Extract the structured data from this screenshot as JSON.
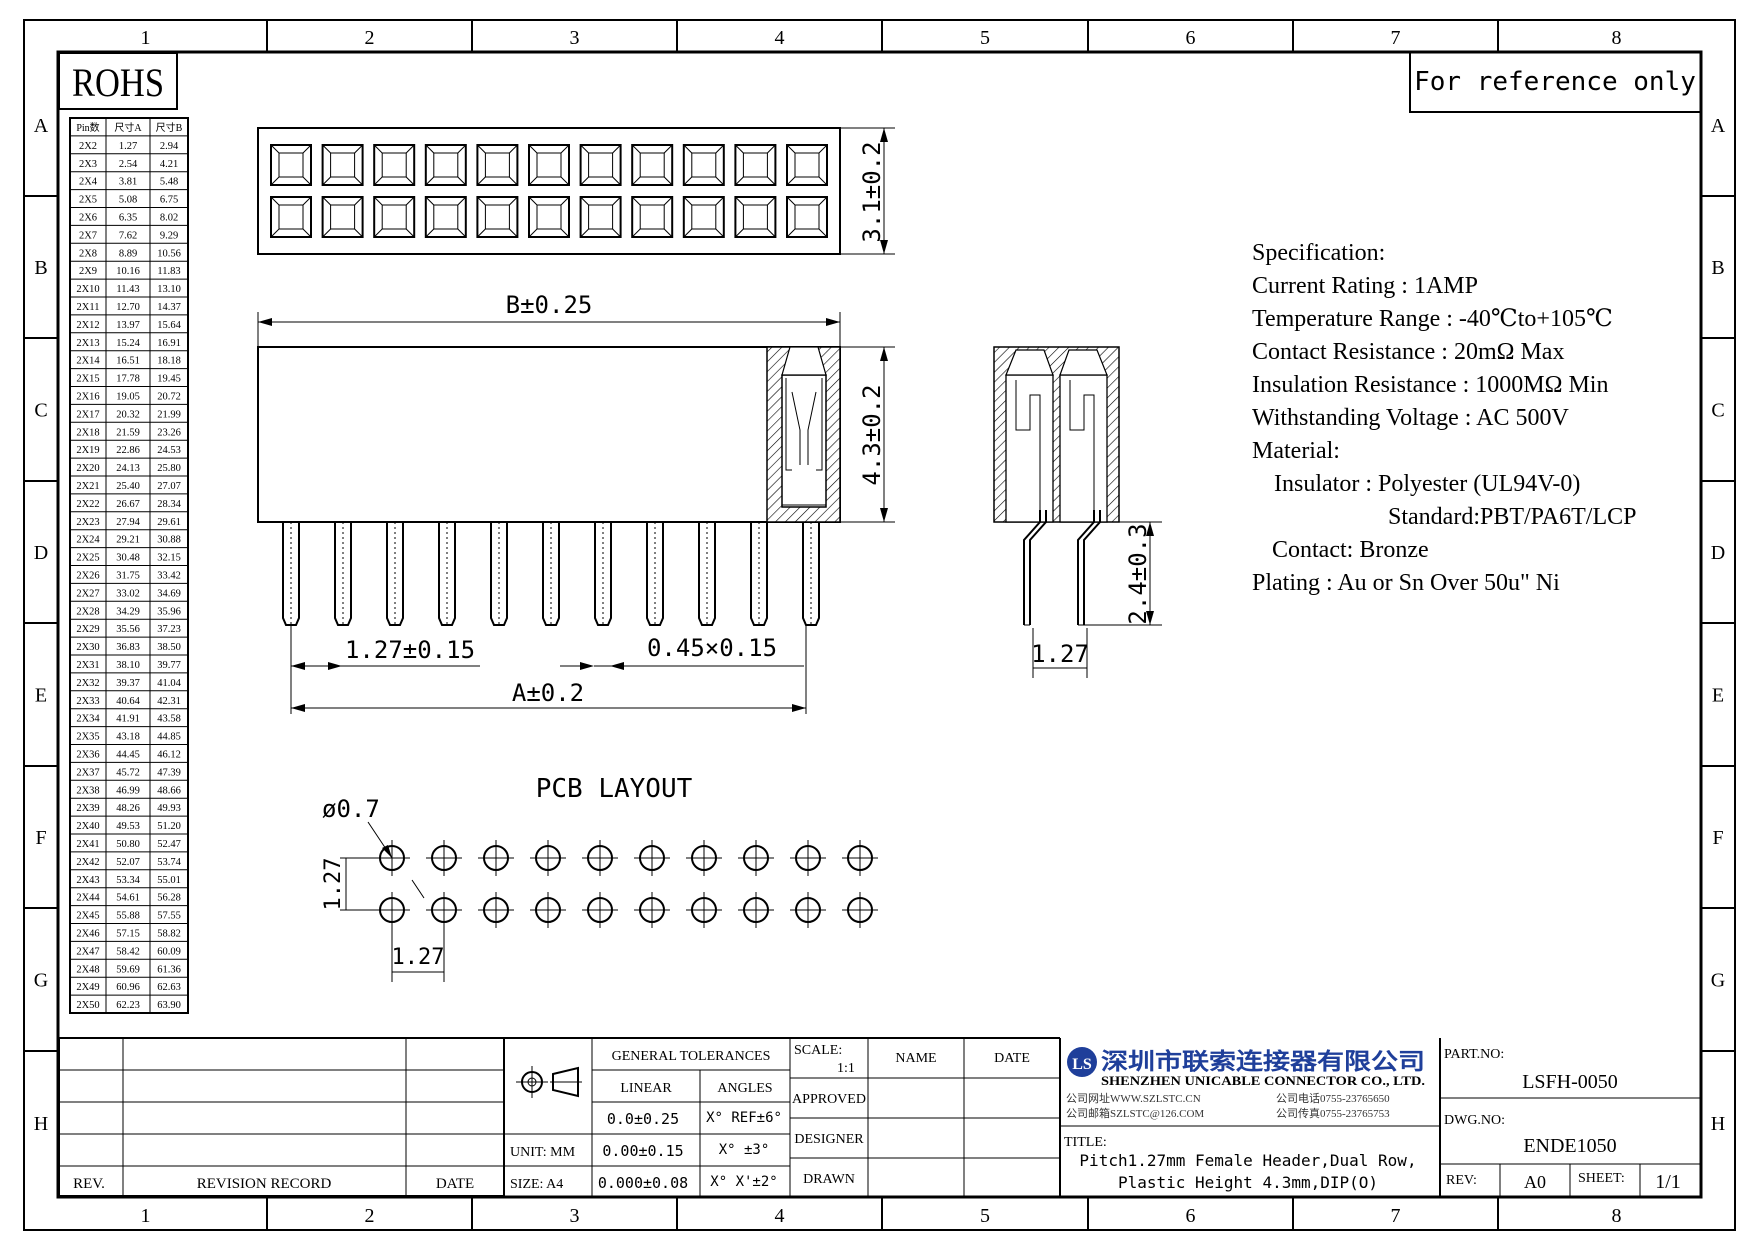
{
  "border": {
    "cols": [
      "1",
      "2",
      "3",
      "4",
      "5",
      "6",
      "7",
      "8"
    ],
    "rows": [
      "A",
      "B",
      "C",
      "D",
      "E",
      "F",
      "G",
      "H"
    ]
  },
  "rohs": "ROHS",
  "reference_note": "For reference only",
  "size_table": {
    "headers": [
      "Pin数",
      "尺寸A",
      "尺寸B"
    ],
    "rows": [
      [
        "2X2",
        "1.27",
        "2.94"
      ],
      [
        "2X3",
        "2.54",
        "4.21"
      ],
      [
        "2X4",
        "3.81",
        "5.48"
      ],
      [
        "2X5",
        "5.08",
        "6.75"
      ],
      [
        "2X6",
        "6.35",
        "8.02"
      ],
      [
        "2X7",
        "7.62",
        "9.29"
      ],
      [
        "2X8",
        "8.89",
        "10.56"
      ],
      [
        "2X9",
        "10.16",
        "11.83"
      ],
      [
        "2X10",
        "11.43",
        "13.10"
      ],
      [
        "2X11",
        "12.70",
        "14.37"
      ],
      [
        "2X12",
        "13.97",
        "15.64"
      ],
      [
        "2X13",
        "15.24",
        "16.91"
      ],
      [
        "2X14",
        "16.51",
        "18.18"
      ],
      [
        "2X15",
        "17.78",
        "19.45"
      ],
      [
        "2X16",
        "19.05",
        "20.72"
      ],
      [
        "2X17",
        "20.32",
        "21.99"
      ],
      [
        "2X18",
        "21.59",
        "23.26"
      ],
      [
        "2X19",
        "22.86",
        "24.53"
      ],
      [
        "2X20",
        "24.13",
        "25.80"
      ],
      [
        "2X21",
        "25.40",
        "27.07"
      ],
      [
        "2X22",
        "26.67",
        "28.34"
      ],
      [
        "2X23",
        "27.94",
        "29.61"
      ],
      [
        "2X24",
        "29.21",
        "30.88"
      ],
      [
        "2X25",
        "30.48",
        "32.15"
      ],
      [
        "2X26",
        "31.75",
        "33.42"
      ],
      [
        "2X27",
        "33.02",
        "34.69"
      ],
      [
        "2X28",
        "34.29",
        "35.96"
      ],
      [
        "2X29",
        "35.56",
        "37.23"
      ],
      [
        "2X30",
        "36.83",
        "38.50"
      ],
      [
        "2X31",
        "38.10",
        "39.77"
      ],
      [
        "2X32",
        "39.37",
        "41.04"
      ],
      [
        "2X33",
        "40.64",
        "42.31"
      ],
      [
        "2X34",
        "41.91",
        "43.58"
      ],
      [
        "2X35",
        "43.18",
        "44.85"
      ],
      [
        "2X36",
        "44.45",
        "46.12"
      ],
      [
        "2X37",
        "45.72",
        "47.39"
      ],
      [
        "2X38",
        "46.99",
        "48.66"
      ],
      [
        "2X39",
        "48.26",
        "49.93"
      ],
      [
        "2X40",
        "49.53",
        "51.20"
      ],
      [
        "2X41",
        "50.80",
        "52.47"
      ],
      [
        "2X42",
        "52.07",
        "53.74"
      ],
      [
        "2X43",
        "53.34",
        "55.01"
      ],
      [
        "2X44",
        "54.61",
        "56.28"
      ],
      [
        "2X45",
        "55.88",
        "57.55"
      ],
      [
        "2X46",
        "57.15",
        "58.82"
      ],
      [
        "2X47",
        "58.42",
        "60.09"
      ],
      [
        "2X48",
        "59.69",
        "61.36"
      ],
      [
        "2X49",
        "60.96",
        "62.63"
      ],
      [
        "2X50",
        "62.23",
        "63.90"
      ]
    ]
  },
  "dimensions": {
    "top_height": "3.1±0.2",
    "b_width": "B±0.25",
    "body_height": "4.3±0.2",
    "pitch": "1.27±0.15",
    "pin_size": "0.45×0.15",
    "a_width": "A±0.2",
    "pin_length": "2.4±0.3",
    "side_pitch": "1.27"
  },
  "pcb": {
    "title": "PCB LAYOUT",
    "hole_dia": "ø0.7",
    "row_pitch": "1.27",
    "col_pitch": "1.27"
  },
  "specification": [
    "Specification:",
    "Current Rating : 1AMP",
    "Temperature Range : -40℃to+105℃",
    "Contact Resistance : 20mΩ Max",
    "Insulation Resistance : 1000MΩ Min",
    "Withstanding Voltage : AC 500V",
    "Material:",
    "Insulator : Polyester (UL94V-0)",
    "Standard:PBT/PA6T/LCP",
    "Contact: Bronze",
    "Plating : Au or Sn Over 50u\" Ni"
  ],
  "title_block": {
    "general_tolerances": "GENERAL TOLERANCES",
    "linear": "LINEAR",
    "angles": "ANGLES",
    "lin1": "0.0±0.25",
    "lin2": "0.00±0.15",
    "lin3": "0.000±0.08",
    "ang1": "X° REF±6°",
    "ang2": "X° ±3°",
    "ang3": "X° X'±2°",
    "unit": "UNIT: MM",
    "size": "SIZE: A4",
    "scale_label": "SCALE:",
    "scale_value": "1:1",
    "name": "NAME",
    "date": "DATE",
    "approved": "APPROVED",
    "designer": "DESIGNER",
    "drawn": "DRAWN",
    "rev_label": "REV.",
    "revision_record": "REVISION RECORD",
    "rev_date": "DATE",
    "company_cn": "深圳市联索连接器有限公司",
    "company_en": "SHENZHEN UNICABLE CONNECTOR CO., LTD.",
    "web": "公司网址WWW.SZLSTC.CN",
    "phone": "公司电话0755-23765650",
    "email": "公司邮箱SZLSTC@126.COM",
    "fax": "公司传真0755-23765753",
    "title_label": "TITLE:",
    "title_line1": "Pitch1.27mm Female Header,Dual Row,",
    "title_line2": "Plastic Height 4.3mm,DIP(O)",
    "part_no_label": "PART.NO:",
    "part_no": "LSFH-0050",
    "dwg_no_label": "DWG.NO:",
    "dwg_no": "ENDE1050",
    "rev": "REV:",
    "rev_value": "A0",
    "sheet_label": "SHEET:",
    "sheet_value": "1/1"
  }
}
